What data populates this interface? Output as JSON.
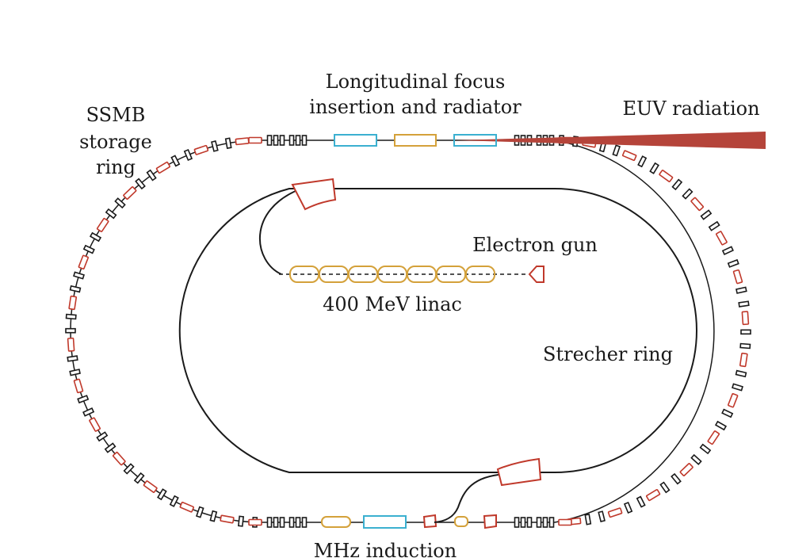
{
  "labels": {
    "ssmb_line1": "SSMB",
    "ssmb_line2": "storage",
    "ssmb_line3": "ring",
    "insertion_line1": "Longitudinal focus",
    "insertion_line2": "insertion and radiator",
    "euv": "EUV radiation",
    "electron_gun": "Electron gun",
    "linac": "400 MeV linac",
    "stretcher": "Strecher ring",
    "induction": "MHz induction"
  },
  "colors": {
    "line": "#1a1a1a",
    "magnet_red": "#c0392b",
    "cavity_gold": "#d4a13a",
    "undulator_cyan": "#3bb0d0",
    "euv_beam": "#b5443a"
  },
  "linac": {
    "cavity_count": 7
  }
}
